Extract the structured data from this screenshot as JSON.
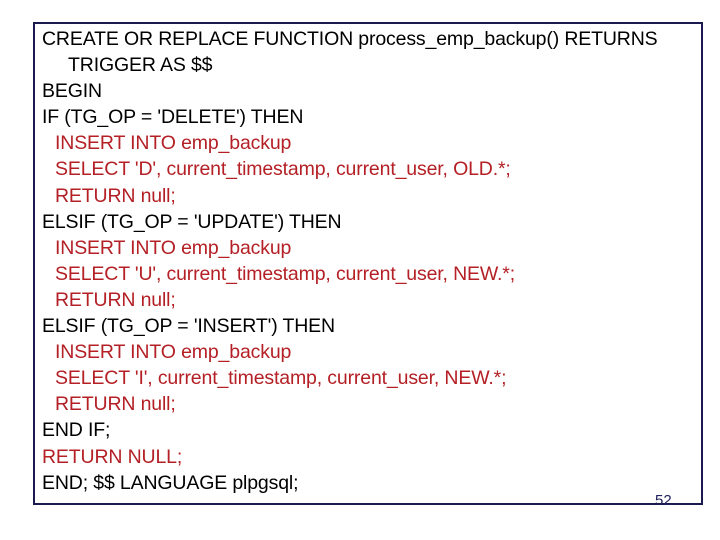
{
  "slide": {
    "page_number": "52",
    "border_color": "#1a1a4e",
    "background_color": "#ffffff",
    "keyword_black_color": "#000000",
    "statement_red_color": "#B42025"
  },
  "code": {
    "language": "plpgsql",
    "lines": [
      {
        "text": "CREATE OR REPLACE FUNCTION process_emp_backup() RETURNS",
        "color": "black",
        "indent": 0
      },
      {
        "text": "TRIGGER AS $$",
        "color": "black",
        "indent": 2
      },
      {
        "text": "BEGIN",
        "color": "black",
        "indent": 0
      },
      {
        "text": "IF (TG_OP = 'DELETE') THEN",
        "color": "black",
        "indent": 0
      },
      {
        "text": "INSERT INTO emp_backup",
        "color": "red",
        "indent": 1
      },
      {
        "text": "SELECT 'D', current_timestamp, current_user, OLD.*;",
        "color": "red",
        "indent": 1
      },
      {
        "text": "RETURN null;",
        "color": "red",
        "indent": 1
      },
      {
        "text": "ELSIF (TG_OP = 'UPDATE') THEN",
        "color": "black",
        "indent": 0
      },
      {
        "text": "INSERT INTO emp_backup",
        "color": "red",
        "indent": 1
      },
      {
        "text": "SELECT 'U', current_timestamp, current_user, NEW.*;",
        "color": "red",
        "indent": 1
      },
      {
        "text": "RETURN null;",
        "color": "red",
        "indent": 1
      },
      {
        "text": "ELSIF (TG_OP = 'INSERT') THEN",
        "color": "black",
        "indent": 0
      },
      {
        "text": "INSERT INTO emp_backup",
        "color": "red",
        "indent": 1
      },
      {
        "text": "SELECT 'I', current_timestamp, current_user, NEW.*;",
        "color": "red",
        "indent": 1
      },
      {
        "text": "RETURN null;",
        "color": "red",
        "indent": 1
      },
      {
        "text": "END IF;",
        "color": "black",
        "indent": 0
      },
      {
        "text": "RETURN NULL;",
        "color": "red",
        "indent": 0
      },
      {
        "text": "END; $$ LANGUAGE plpgsql;",
        "color": "black",
        "indent": 0
      }
    ]
  }
}
